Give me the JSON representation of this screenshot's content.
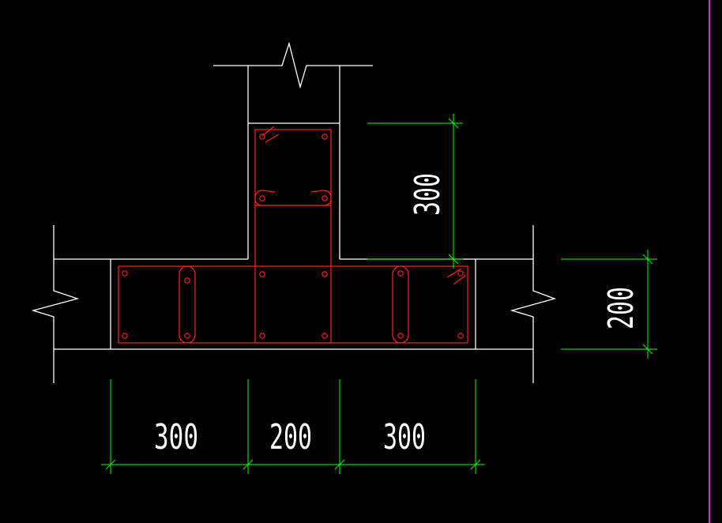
{
  "colors": {
    "background": "#000000",
    "outline": "#ffffff",
    "rebar": "#ff2020",
    "dimension": "#00ff00",
    "border": "#cc33cc"
  },
  "dimensions": {
    "bottom_left": "300",
    "bottom_mid": "200",
    "bottom_right": "300",
    "vertical_upper": "300",
    "vertical_lower": "200"
  }
}
